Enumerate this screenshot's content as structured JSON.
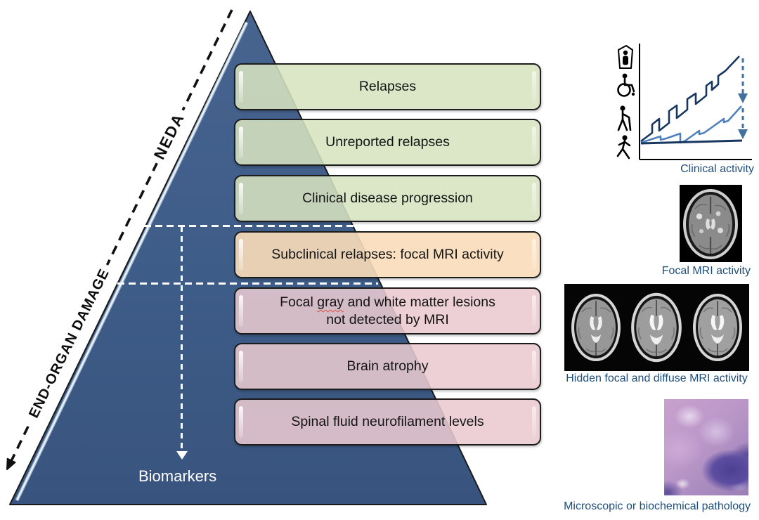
{
  "pyramid": {
    "neda_label": "NEDA",
    "end_organ_damage_label": "END-ORGAN DAMAGE",
    "biomarkers_label": "Biomarkers",
    "levels": [
      {
        "text": "Relapses",
        "group": "clinical",
        "fill": "#d7e3c0"
      },
      {
        "text": "Unreported relapses",
        "group": "clinical",
        "fill": "#d7e3c0"
      },
      {
        "text": "Clinical disease progression",
        "group": "clinical",
        "fill": "#d7e3c0"
      },
      {
        "text": "Subclinical relapses: focal MRI activity",
        "group": "mri",
        "fill": "#f9ddb9"
      },
      {
        "text": "Focal gray and white matter lesions not detected by MRI",
        "group": "hidden",
        "fill": "#e9c9d0"
      },
      {
        "text": "Brain atrophy",
        "group": "hidden",
        "fill": "#e9c9d0"
      },
      {
        "text": "Spinal fluid neurofilament levels",
        "group": "hidden",
        "fill": "#e9c9d0"
      }
    ],
    "level5_parts": {
      "line1_pre": "Focal ",
      "line1_misspelled": "gray",
      "line1_post": " and white matter lesions",
      "line2": "not detected by MRI"
    }
  },
  "side_panel": {
    "clinical_activity": {
      "caption": "Clinical activity",
      "icons": [
        "deceased-person-icon",
        "wheelchair-icon",
        "person-with-cane-icon",
        "walking-person-icon"
      ]
    },
    "focal_mri": {
      "caption": "Focal MRI activity"
    },
    "hidden_mri": {
      "caption": "Hidden focal and diffuse MRI activity"
    },
    "pathology": {
      "caption": "Microscopic or biochemical pathology"
    }
  },
  "colors": {
    "pyramid_fill": "#3e5c88",
    "caption_blue": "#1f4e79",
    "chart_dark_line": "#17375e",
    "chart_mid_line": "#4f81bd",
    "dashed_arrow": "#41719c",
    "dashed_guide_white": "#ffffff",
    "neda_line_black": "#111111"
  }
}
